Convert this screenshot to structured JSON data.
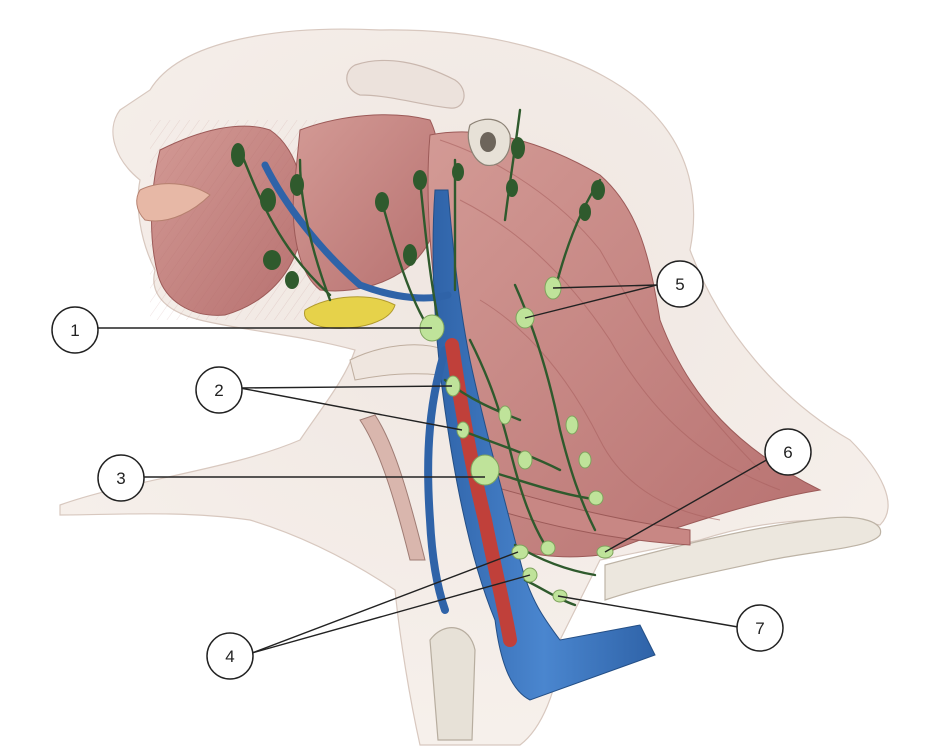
{
  "callouts": [
    {
      "id": "1",
      "label": "1"
    },
    {
      "id": "2",
      "label": "2"
    },
    {
      "id": "3",
      "label": "3"
    },
    {
      "id": "4",
      "label": "4"
    },
    {
      "id": "5",
      "label": "5"
    },
    {
      "id": "6",
      "label": "6"
    },
    {
      "id": "7",
      "label": "7"
    }
  ],
  "colors": {
    "muscle": "#c98a86",
    "muscle_dark": "#a8605f",
    "skin": "#f1e4dc",
    "vein": "#3f78bd",
    "artery": "#c0403a",
    "lymph_node": "#bfe39a",
    "lymph_vessel": "#2f5a2d",
    "gland": "#e6d24a",
    "bone": "#e9e4da",
    "line": "#222222"
  },
  "icons": [
    "head-neck-illustration"
  ]
}
